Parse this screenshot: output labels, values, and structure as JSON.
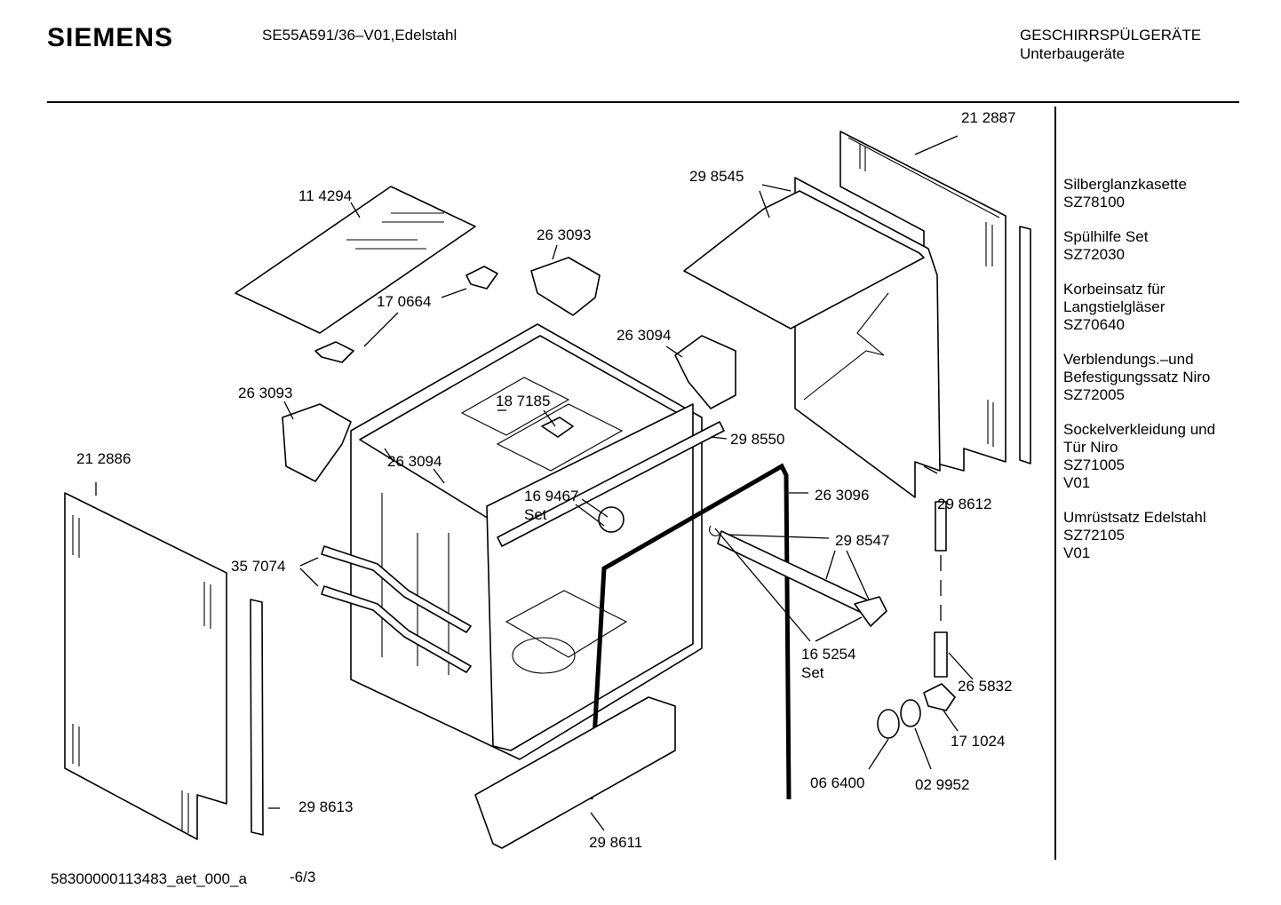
{
  "header": {
    "brand": "SIEMENS",
    "model": "SE55A591/36–V01,Edelstahl",
    "category": "GESCHIRRSPÜLGERÄTE",
    "subcategory": "Unterbaugeräte"
  },
  "accessories": [
    {
      "lines": [
        "Silberglanzkasette",
        "SZ78100"
      ]
    },
    {
      "lines": [
        "Spülhilfe Set",
        "SZ72030"
      ]
    },
    {
      "lines": [
        "Korbeinsatz für",
        "Langstielgläser",
        "SZ70640"
      ]
    },
    {
      "lines": [
        "Verblendungs.–und",
        "Befestigungssatz Niro",
        "SZ72005"
      ]
    },
    {
      "lines": [
        "Sockelverkleidung und",
        "Tür Niro",
        "SZ71005",
        "V01"
      ]
    },
    {
      "lines": [
        "Umrüstsatz Edelstahl",
        "SZ72105",
        "V01"
      ]
    }
  ],
  "part_labels": {
    "p212887": "21 2887",
    "p298545": "29 8545",
    "p114294": "11 4294",
    "p263093a": "26 3093",
    "p170664": "17 0664",
    "p263094a": "26 3094",
    "p263093b": "26 3093",
    "p187185": "18 7185",
    "p298550": "29 8550",
    "p212886": "21 2886",
    "p263094b": "26 3094",
    "p169467": "16 9467",
    "p169467set": "Set",
    "p263096": "26 3096",
    "p298612": "29 8612",
    "p357074": "35 7074",
    "p298547": "29 8547",
    "p165254": "16 5254",
    "p165254set": "Set",
    "p265832": "26 5832",
    "p171024": "17 1024",
    "p066400": "06 6400",
    "p029952": "02 9952",
    "p298613": "29 8613",
    "p298611": "29 8611"
  },
  "footer": {
    "doc_id": "58300000113483_aet_000_a",
    "page": "-6/3"
  }
}
